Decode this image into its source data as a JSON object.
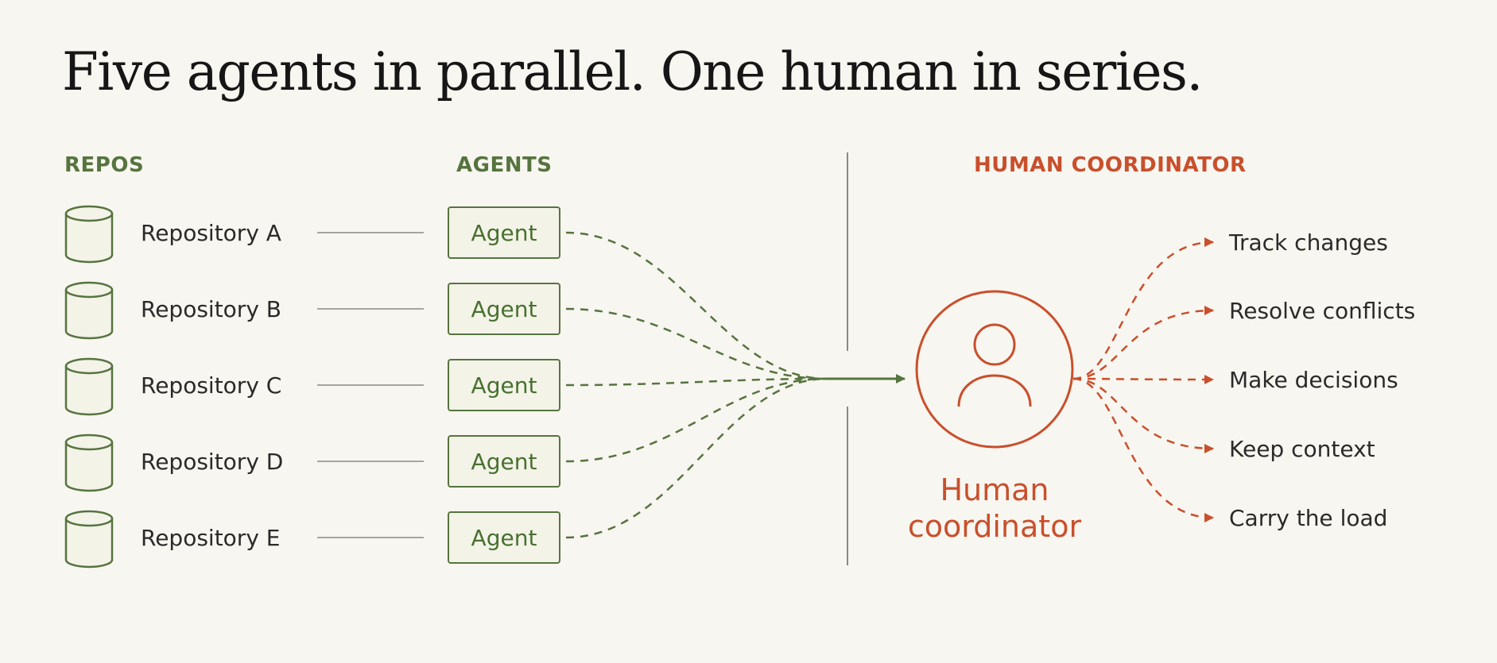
{
  "title": "Five agents in parallel. One human in series.",
  "sections": {
    "repos": "REPOS",
    "agents": "AGENTS",
    "coordinator": "HUMAN COORDINATOR"
  },
  "repos": [
    {
      "name": "Repository A",
      "agent": "Agent"
    },
    {
      "name": "Repository B",
      "agent": "Agent"
    },
    {
      "name": "Repository C",
      "agent": "Agent"
    },
    {
      "name": "Repository D",
      "agent": "Agent"
    },
    {
      "name": "Repository E",
      "agent": "Agent"
    }
  ],
  "human": {
    "label_line1": "Human",
    "label_line2": "coordinator",
    "icon": "person-icon"
  },
  "tasks": [
    "Track changes",
    "Resolve conflicts",
    "Make decisions",
    "Keep context",
    "Carry the load"
  ],
  "colors": {
    "green": "#56743f",
    "orange": "#c94f2c",
    "background": "#f8f6f0",
    "box_fill": "#f3f3e8"
  }
}
